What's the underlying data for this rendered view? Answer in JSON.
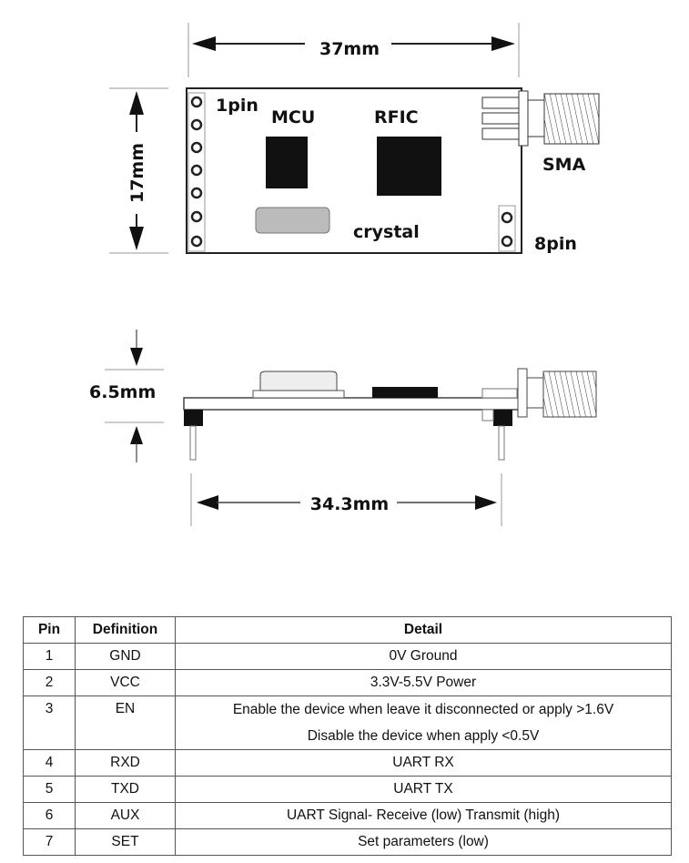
{
  "diagram": {
    "width_label": "37mm",
    "height_label": "17mm",
    "pin1_label": "1pin",
    "pin8_label": "8pin",
    "mcu_label": "MCU",
    "rfic_label": "RFIC",
    "sma_label": "SMA",
    "crystal_label": "crystal",
    "thickness_label": "6.5mm",
    "pin_spacing_label": "34.3mm"
  },
  "table": {
    "headers": [
      "Pin",
      "Definition",
      "Detail"
    ],
    "rows": [
      {
        "pin": "1",
        "definition": "GND",
        "detail": [
          "0V Ground"
        ]
      },
      {
        "pin": "2",
        "definition": "VCC",
        "detail": [
          "3.3V-5.5V Power"
        ]
      },
      {
        "pin": "3",
        "definition": "EN",
        "detail": [
          "Enable the device when leave it disconnected or apply >1.6V",
          "Disable the device when apply <0.5V"
        ]
      },
      {
        "pin": "4",
        "definition": "RXD",
        "detail": [
          "UART RX"
        ]
      },
      {
        "pin": "5",
        "definition": "TXD",
        "detail": [
          "UART TX"
        ]
      },
      {
        "pin": "6",
        "definition": "AUX",
        "detail": [
          "UART Signal- Receive (low) Transmit (high)"
        ]
      },
      {
        "pin": "7",
        "definition": "SET",
        "detail": [
          "Set parameters (low)"
        ]
      }
    ]
  }
}
